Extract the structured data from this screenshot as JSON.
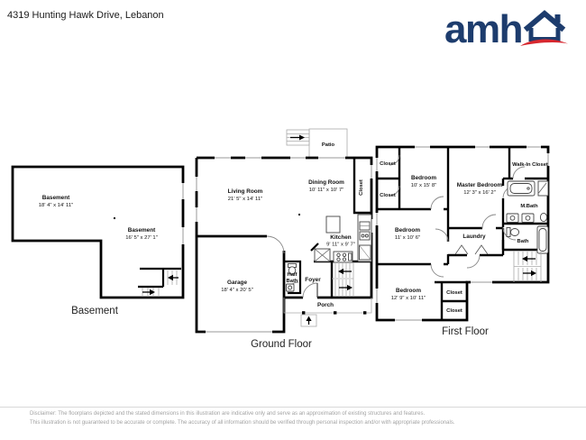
{
  "header": {
    "address": "4319 Hunting Hawk Drive, Lebanon"
  },
  "logo": {
    "text": "amh",
    "brand_blue": "#1d3c6d",
    "brand_red": "#d7282f"
  },
  "basement": {
    "title": "Basement",
    "room1_name": "Basement",
    "room1_dims": "18' 4\" x 14' 11\"",
    "room2_name": "Basement",
    "room2_dims": "16' 5\" x 27' 1\""
  },
  "ground": {
    "title": "Ground Floor",
    "living_name": "Living Room",
    "living_dims": "21' 5\" x 14' 11\"",
    "dining_name": "Dining Room",
    "dining_dims": "10' 11\" x 10' 7\"",
    "kitchen_name": "Kitchen",
    "kitchen_dims": "9' 11\" x 9' 7\"",
    "garage_name": "Garage",
    "garage_dims": "18' 4\" x 20' 5\"",
    "half_bath_line1": "Half",
    "half_bath_line2": "Bath",
    "foyer": "Foyer",
    "porch": "Porch",
    "patio": "Patio",
    "closet": "Closet"
  },
  "first": {
    "title": "First Floor",
    "bedroom1_name": "Bedroom",
    "bedroom1_dims": "10' x 15' 8\"",
    "master_name": "Master Bedroom",
    "master_dims": "12' 3\" x 16' 2\"",
    "walkin": "Walk-In Closet",
    "closet_tl1": "Closet",
    "closet_tl2": "Closet",
    "bedroom2_name": "Bedroom",
    "bedroom2_dims": "11' x 10' 6\"",
    "laundry": "Laundry",
    "mbath": "M.Bath",
    "bath": "Bath",
    "bedroom3_name": "Bedroom",
    "bedroom3_dims": "12' 9\" x 10' 11\"",
    "closet_b1": "Closet",
    "closet_b2": "Closet"
  },
  "footer": {
    "line1": "Disclaimer: The floorplans depicted and the stated dimensions in this illustration are indicative only and serve as an approximation of existing structures and features.",
    "line2": "This illustration is not guaranteed to be accurate or complete. The accuracy of all information should be verified through personal inspection and/or with appropriate professionals."
  }
}
